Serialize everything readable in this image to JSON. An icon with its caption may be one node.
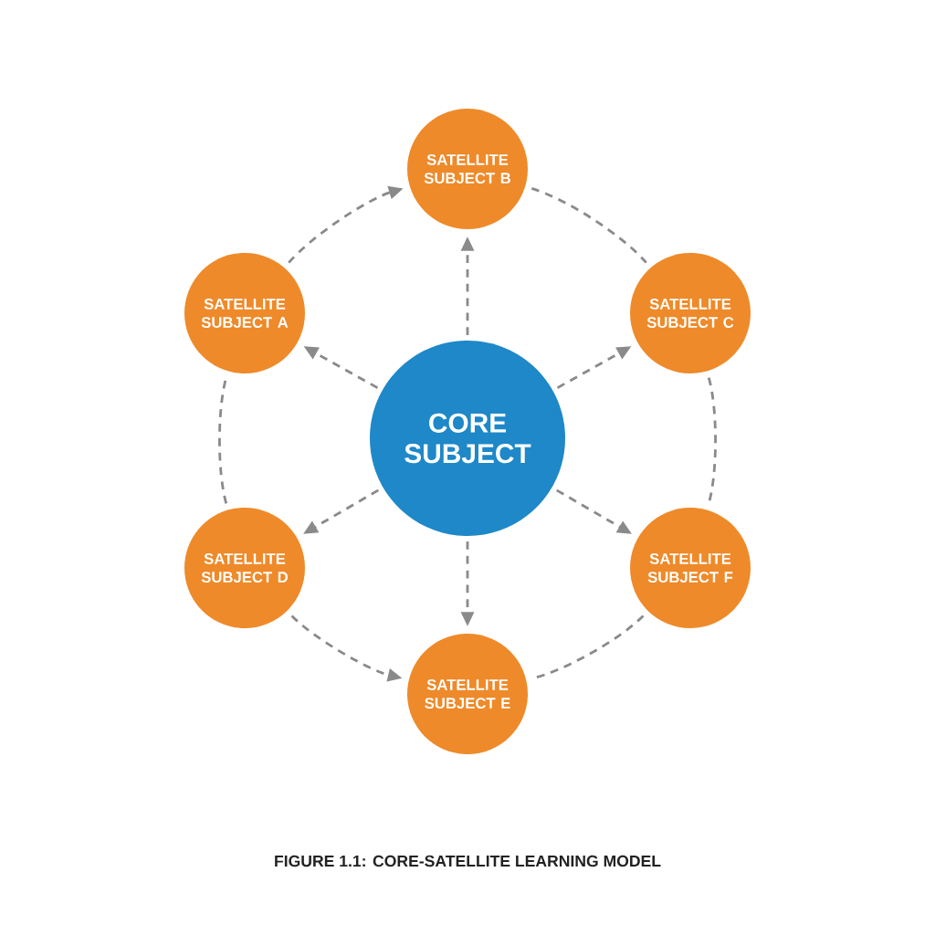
{
  "diagram": {
    "caption": "FIGURE 1.1: CORE-SATELLITE LEARNING MODEL",
    "nodes": [
      {
        "text": [
          "CORE SUBJECT"
        ]
      },
      {
        "text": [
          "SATELLITE SUBJECT A"
        ]
      },
      {
        "text": [
          "SATELLITE SUBJECT B"
        ]
      },
      {
        "text": [
          "SATELLITE SUBJECT C"
        ]
      },
      {
        "text": [
          "SATELLITE SUBJECT D"
        ]
      },
      {
        "text": [
          "SATELLITE SUBJECT E"
        ]
      },
      {
        "text": [
          "SATELLITE SUBJECT F"
        ]
      }
    ],
    "edges": [
      {
        "from": 0,
        "to": 1,
        "arrow": "to",
        "style": "dashed"
      },
      {
        "from": 0,
        "to": 2,
        "arrow": "to",
        "style": "dashed"
      },
      {
        "from": 0,
        "to": 3,
        "arrow": "to",
        "style": "dashed"
      },
      {
        "from": 0,
        "to": 4,
        "arrow": "to",
        "style": "dashed"
      },
      {
        "from": 0,
        "to": 5,
        "arrow": "to",
        "style": "dashed"
      },
      {
        "from": 0,
        "to": 6,
        "arrow": "to",
        "style": "dashed"
      },
      {
        "from": 1,
        "to": 2,
        "arrow": "to",
        "style": "dashed"
      },
      {
        "from": 2,
        "to": 3,
        "arrow": "none",
        "style": "dashed"
      },
      {
        "from": 3,
        "to": 6,
        "arrow": "none",
        "style": "dashed"
      },
      {
        "from": 6,
        "to": 5,
        "arrow": "none",
        "style": "dashed"
      },
      {
        "from": 4,
        "to": 5,
        "arrow": "to",
        "style": "dashed"
      },
      {
        "from": 4,
        "to": 1,
        "arrow": "none",
        "style": "dashed"
      }
    ]
  }
}
